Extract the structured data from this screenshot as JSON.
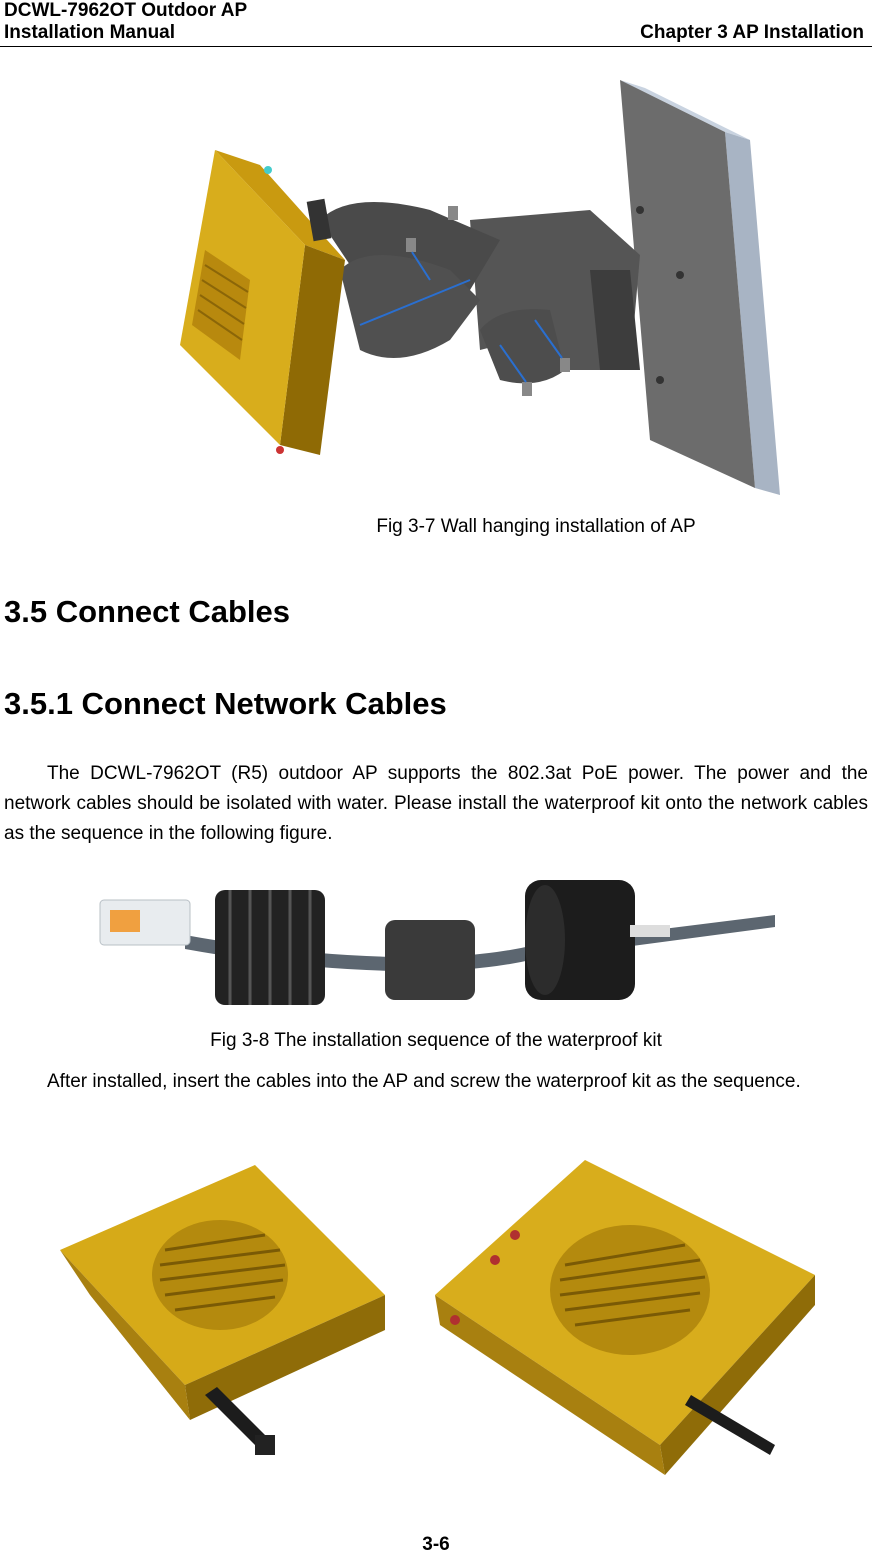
{
  "header": {
    "left_line1": "DCWL-7962OT Outdoor AP",
    "left_line2": "Installation Manual",
    "right": "Chapter 3 AP Installation"
  },
  "figures": {
    "fig7_caption": "Fig 3-7 Wall hanging installation of AP",
    "fig8_caption": "Fig 3-8 The installation sequence of the waterproof kit"
  },
  "sections": {
    "h2": "3.5 Connect Cables",
    "h3": "3.5.1 Connect Network Cables"
  },
  "body": {
    "para1": "The DCWL-7962OT (R5) outdoor AP supports the 802.3at PoE power. The power and the network cables should be isolated with water. Please install the waterproof kit onto the network cables as the sequence in the following figure.",
    "para2": "After installed, insert the cables into the AP and screw the waterproof kit as the sequence."
  },
  "footer": {
    "page_number": "3-6"
  }
}
